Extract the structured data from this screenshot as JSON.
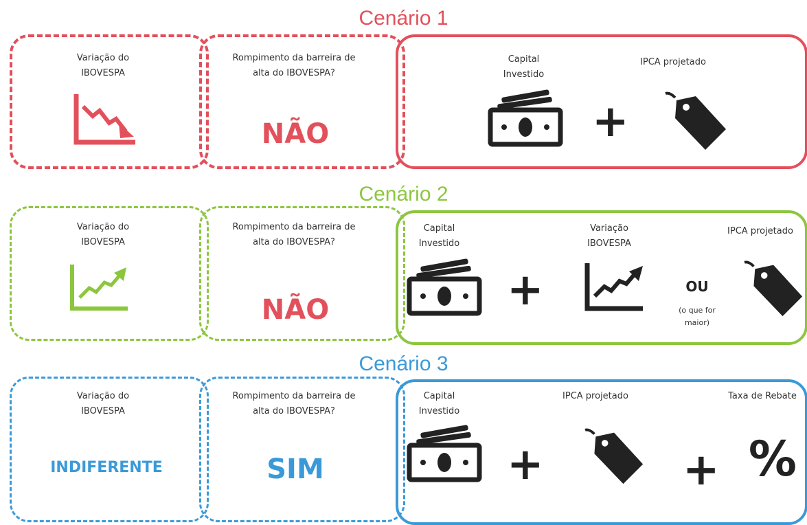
{
  "colors": {
    "red": "#e2505b",
    "green": "#8cc63f",
    "blue": "#3a9ad9",
    "dark": "#222222"
  },
  "scenarios": [
    {
      "title": "Cenário 1",
      "col1_label": "Variação do IBOVESPA",
      "col2_label": "Rompimento da barreira de alta do IBOVESPA?",
      "col2_answer": "NÃO",
      "capital_label": "Capital Investido",
      "ipca_label": "IPCA projetado",
      "icon": "chart-down-icon"
    },
    {
      "title": "Cenário 2",
      "col1_label": "Variação do IBOVESPA",
      "col2_label": "Rompimento da barreira de alta do IBOVESPA?",
      "col2_answer": "NÃO",
      "capital_label": "Capital Investido",
      "variacao_label": "Variação IBOVESPA",
      "ipca_label": "IPCA projetado",
      "ou_label": "OU",
      "ou_note": "(o que for maior)",
      "icon": "chart-up-icon"
    },
    {
      "title": "Cenário 3",
      "col1_label": "Variação do IBOVESPA",
      "col1_answer": "INDIFERENTE",
      "col2_label": "Rompimento da barreira de alta do IBOVESPA?",
      "col2_answer": "SIM",
      "capital_label": "Capital Investido",
      "ipca_label": "IPCA projetado",
      "rebate_label": "Taxa de Rebate",
      "percent": "%"
    }
  ],
  "plus_symbol": "+"
}
